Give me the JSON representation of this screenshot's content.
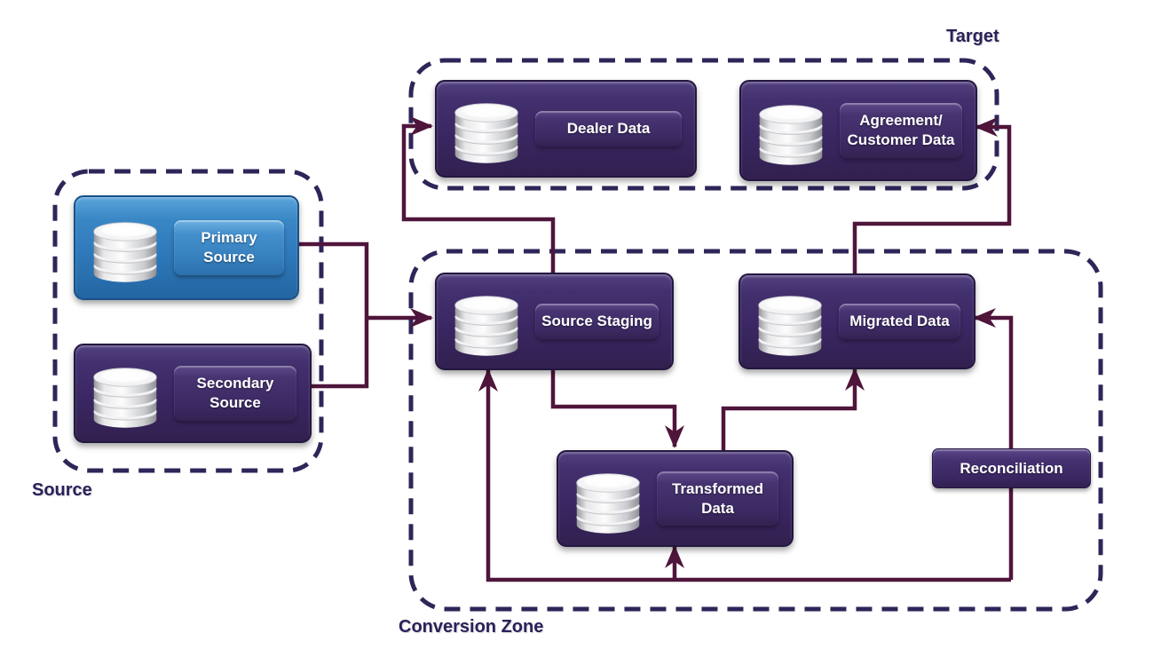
{
  "zones": {
    "source": {
      "label": "Source"
    },
    "target": {
      "label": "Target"
    },
    "conversion": {
      "label": "Conversion Zone"
    }
  },
  "nodes": {
    "primary_source": {
      "label": "Primary Source",
      "type": "database",
      "color": "blue"
    },
    "secondary_source": {
      "label": "Secondary Source",
      "type": "database",
      "color": "purple"
    },
    "dealer_data": {
      "label": "Dealer Data",
      "type": "database",
      "color": "purple"
    },
    "agreement_customer_data": {
      "label": "Agreement/ Customer Data",
      "type": "database",
      "color": "purple"
    },
    "source_staging": {
      "label": "Source Staging",
      "type": "database",
      "color": "purple"
    },
    "migrated_data": {
      "label": "Migrated Data",
      "type": "database",
      "color": "purple"
    },
    "transformed_data": {
      "label": "Transformed Data",
      "type": "database",
      "color": "purple"
    },
    "reconciliation": {
      "label": "Reconciliation",
      "type": "process",
      "color": "purple"
    }
  },
  "edges": [
    {
      "from": "primary-source",
      "to": "source-staging"
    },
    {
      "from": "secondary-source",
      "to": "source-staging"
    },
    {
      "from": "source-staging",
      "to": "dealer-data"
    },
    {
      "from": "source-staging",
      "to": "transformed-data"
    },
    {
      "from": "transformed-data",
      "to": "migrated-data"
    },
    {
      "from": "migrated-data",
      "to": "agreement-customer-data"
    },
    {
      "from": "reconciliation",
      "to": "migrated-data"
    },
    {
      "from": "reconciliation",
      "to": "transformed-data"
    },
    {
      "from": "reconciliation",
      "to": "source-staging"
    }
  ],
  "colors": {
    "connector": "#4f153b",
    "zone_border": "#2e2659",
    "zone_label_text": "#2b2158",
    "node_purple": "#3e2b66",
    "node_purple_dark": "#241740",
    "node_blue": "#2d7ab9",
    "node_blue_dark": "#1a5187",
    "label_text": "#ffffff"
  }
}
